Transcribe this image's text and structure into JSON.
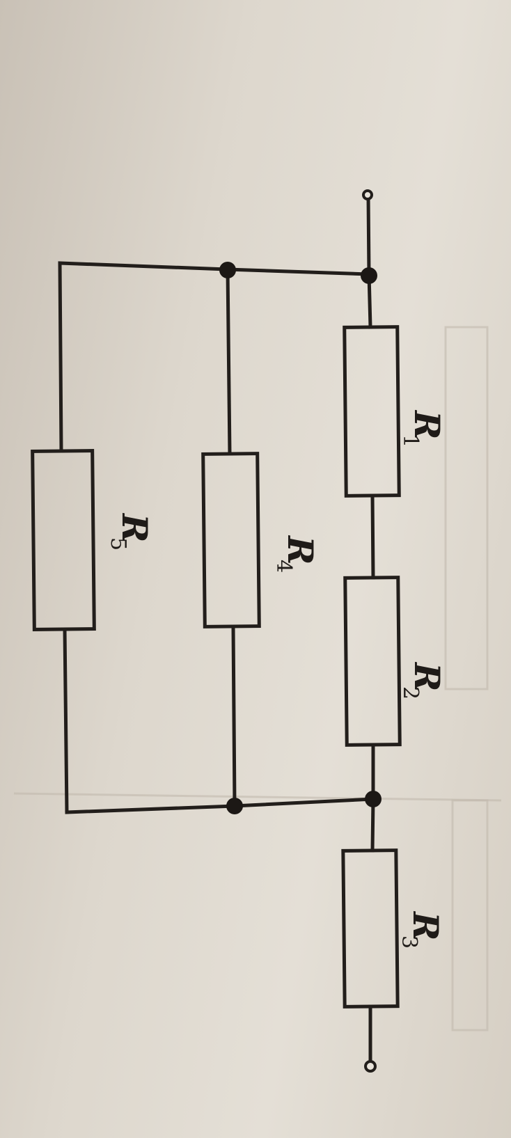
{
  "diagram": {
    "type": "electrical-circuit",
    "colors": {
      "ink": "#221e1b",
      "paper": "#dcd6cc"
    },
    "resistors": [
      {
        "id": "r1",
        "letter": "R",
        "index": "1"
      },
      {
        "id": "r2",
        "letter": "R",
        "index": "2"
      },
      {
        "id": "r3",
        "letter": "R",
        "index": "3"
      },
      {
        "id": "r4",
        "letter": "R",
        "index": "4"
      },
      {
        "id": "r5",
        "letter": "R",
        "index": "5"
      }
    ]
  }
}
